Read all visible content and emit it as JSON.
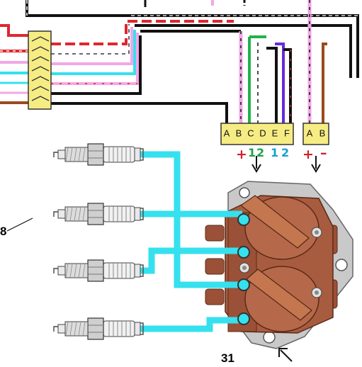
{
  "colors": {
    "hv_cable": "#35e1ee",
    "coil_body": "#b5694a",
    "coil_dark": "#7a3a22",
    "bracket": "#c9c9c9",
    "connector_fill": "#f6ec84",
    "wire_red": "#e0262e",
    "wire_pink": "#f2a7e6",
    "wire_green": "#22b14c",
    "wire_purple": "#6a2bd8",
    "wire_brown": "#9a4a1e",
    "wire_cyan": "#35e1ee"
  },
  "connector_6pin": {
    "pins": [
      "A",
      "B",
      "C",
      "D",
      "E",
      "F"
    ]
  },
  "connector_2pin": {
    "pins": [
      "A",
      "B"
    ]
  },
  "pin_marks": {
    "plus_left": "+",
    "num_1a": "1",
    "num_2a": "2",
    "num_1b": "1",
    "num_2b": "2",
    "plus_right": "+",
    "minus_right": "–"
  },
  "labels": {
    "spark_plug_ref": "8",
    "coil_ref": "31"
  },
  "icons": [
    "arrow-down-icon",
    "arrow-down-icon",
    "pointer-arrow-icon",
    "spark-plug-icon"
  ]
}
